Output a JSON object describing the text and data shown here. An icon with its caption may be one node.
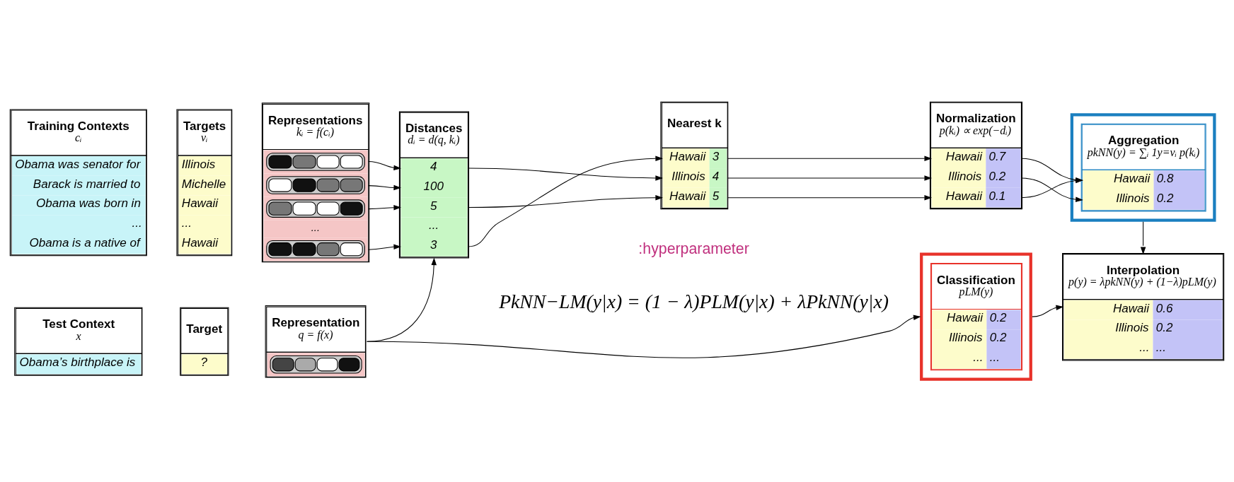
{
  "diagram": {
    "nodes": [
      {
        "text": [
          "Training Contexts",
          "cᵢ",
          "Obama was senator for",
          "Barack is married to",
          "Obama was born in",
          "...",
          "Obama is a native of"
        ]
      },
      {
        "text": [
          "Targets",
          "vᵢ",
          "Illinois",
          "Michelle",
          "Hawaii",
          "...",
          "Hawaii"
        ]
      },
      {
        "text": [
          "Representations",
          "kᵢ = f(cᵢ)",
          "..."
        ]
      },
      {
        "text": [
          "Distances",
          "dᵢ = d(q, kᵢ)",
          "4",
          "100",
          "5",
          "...",
          "3"
        ]
      },
      {
        "text": [
          "Nearest k",
          "Hawaii",
          "3",
          "Illinois",
          "4",
          "Hawaii",
          "5"
        ]
      },
      {
        "text": [
          "Normalization",
          "p(kᵢ) ∝ exp(−dᵢ)",
          "Hawaii",
          "0.7",
          "Illinois",
          "0.2",
          "Hawaii",
          "0.1"
        ]
      },
      {
        "text": [
          "Aggregation",
          "pkNN(y) = ∑ᵢ 1y=vᵢ p(kᵢ)",
          "Hawaii",
          "0.8",
          "Illinois",
          "0.2"
        ]
      },
      {
        "text": [
          "Test Context",
          "x",
          "Obama’s birthplace is"
        ]
      },
      {
        "text": [
          "Target",
          "?"
        ]
      },
      {
        "text": [
          "Representation",
          "q = f(x)"
        ]
      },
      {
        "text": [
          "Classification",
          "pLM(y)",
          "Hawaii",
          "0.2",
          "Illinois",
          "0.2",
          "...",
          "..."
        ]
      },
      {
        "text": [
          "Interpolation",
          "p(y) = λpkNN(y) + (1−λ)pLM(y)",
          "Hawaii",
          "0.6",
          "Illinois",
          "0.2",
          "...",
          "..."
        ]
      }
    ],
    "edges": [
      {
        "from": 2,
        "to": 3,
        "arrow": "to"
      },
      {
        "from": 2,
        "to": 3,
        "arrow": "to"
      },
      {
        "from": 2,
        "to": 3,
        "arrow": "to"
      },
      {
        "from": 2,
        "to": 3,
        "arrow": "to"
      },
      {
        "from": 3,
        "to": 4,
        "arrow": "to"
      },
      {
        "from": 3,
        "to": 4,
        "arrow": "to"
      },
      {
        "from": 3,
        "to": 4,
        "arrow": "to"
      },
      {
        "from": 4,
        "to": 5,
        "arrow": "to"
      },
      {
        "from": 4,
        "to": 5,
        "arrow": "to"
      },
      {
        "from": 4,
        "to": 5,
        "arrow": "to"
      },
      {
        "from": 5,
        "to": 6,
        "arrow": "to"
      },
      {
        "from": 5,
        "to": 6,
        "arrow": "to"
      },
      {
        "from": 5,
        "to": 6,
        "arrow": "to"
      },
      {
        "from": 6,
        "to": 11,
        "arrow": "to"
      },
      {
        "from": 9,
        "to": 3,
        "arrow": "to"
      },
      {
        "from": 9,
        "to": 10,
        "arrow": "to"
      },
      {
        "from": 10,
        "to": 11,
        "arrow": "to"
      }
    ],
    "labels": [
      ":hyperparameter",
      "PkNN−LM(y|x) = (1 − λ)PLM(y|x) + λPkNN(y|x)"
    ]
  }
}
